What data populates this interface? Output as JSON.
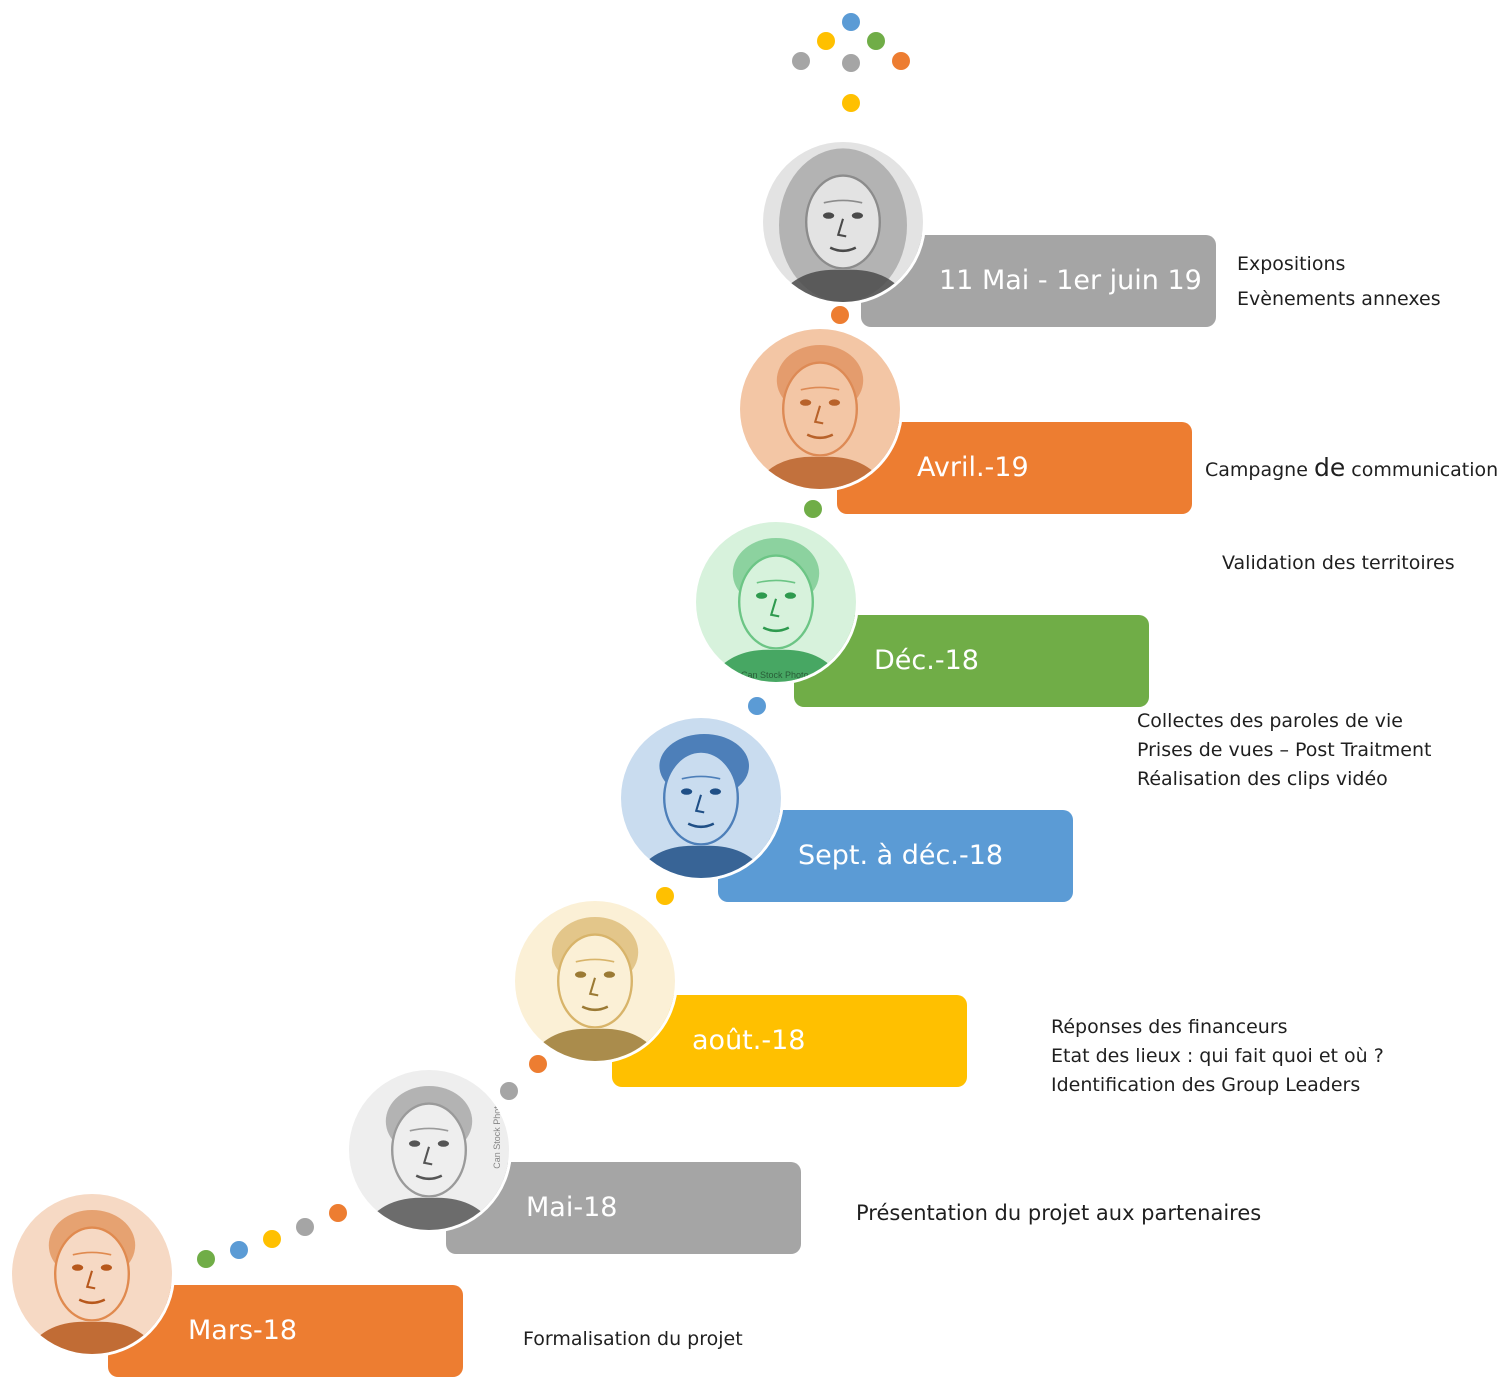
{
  "colors": {
    "orange": "#ED7D31",
    "gray": "#A5A5A5",
    "yellow": "#FFC000",
    "blue": "#5B9BD5",
    "green": "#70AD47"
  },
  "timeline": [
    {
      "date": "Mars-18",
      "color": "orange",
      "photo_icon": "elderly-man-portrait-icon",
      "descriptions": [
        "Formalisation du projet"
      ]
    },
    {
      "date": "Mai-18",
      "color": "gray",
      "photo_icon": "elderly-woman-portrait-icon",
      "descriptions": [
        "Présentation du projet aux partenaires"
      ]
    },
    {
      "date": "août.-18",
      "color": "yellow",
      "photo_icon": "elderly-man-portrait-icon",
      "descriptions": [
        "Réponses des financeurs",
        "Etat des lieux : qui fait quoi et où ?",
        "Identification des Group Leaders"
      ]
    },
    {
      "date": "Sept. à déc.-18",
      "color": "blue",
      "photo_icon": "man-with-beanie-portrait-icon",
      "descriptions": [
        "Collectes des paroles de vie",
        "Prises de vues – Post Traitment",
        "Réalisation des clips vidéo"
      ]
    },
    {
      "date": "Déc.-18",
      "color": "green",
      "photo_icon": "elderly-woman-portrait-icon",
      "descriptions": [
        "Validation des territoires"
      ]
    },
    {
      "date": "Avril.-19",
      "color": "orange",
      "photo_icon": "elderly-woman-portrait-icon",
      "descriptions": [
        {
          "before": "Campagne ",
          "emphasis": "de",
          "after": " communication"
        }
      ]
    },
    {
      "date": "11 Mai - 1er juin 19",
      "color": "gray",
      "photo_icon": "elderly-woman-headscarf-portrait-icon",
      "descriptions": [
        "Expositions",
        "Evènements annexes"
      ]
    }
  ],
  "watermark": "Can Stock Photo",
  "logo_icon": "colored-dots-logo-icon"
}
